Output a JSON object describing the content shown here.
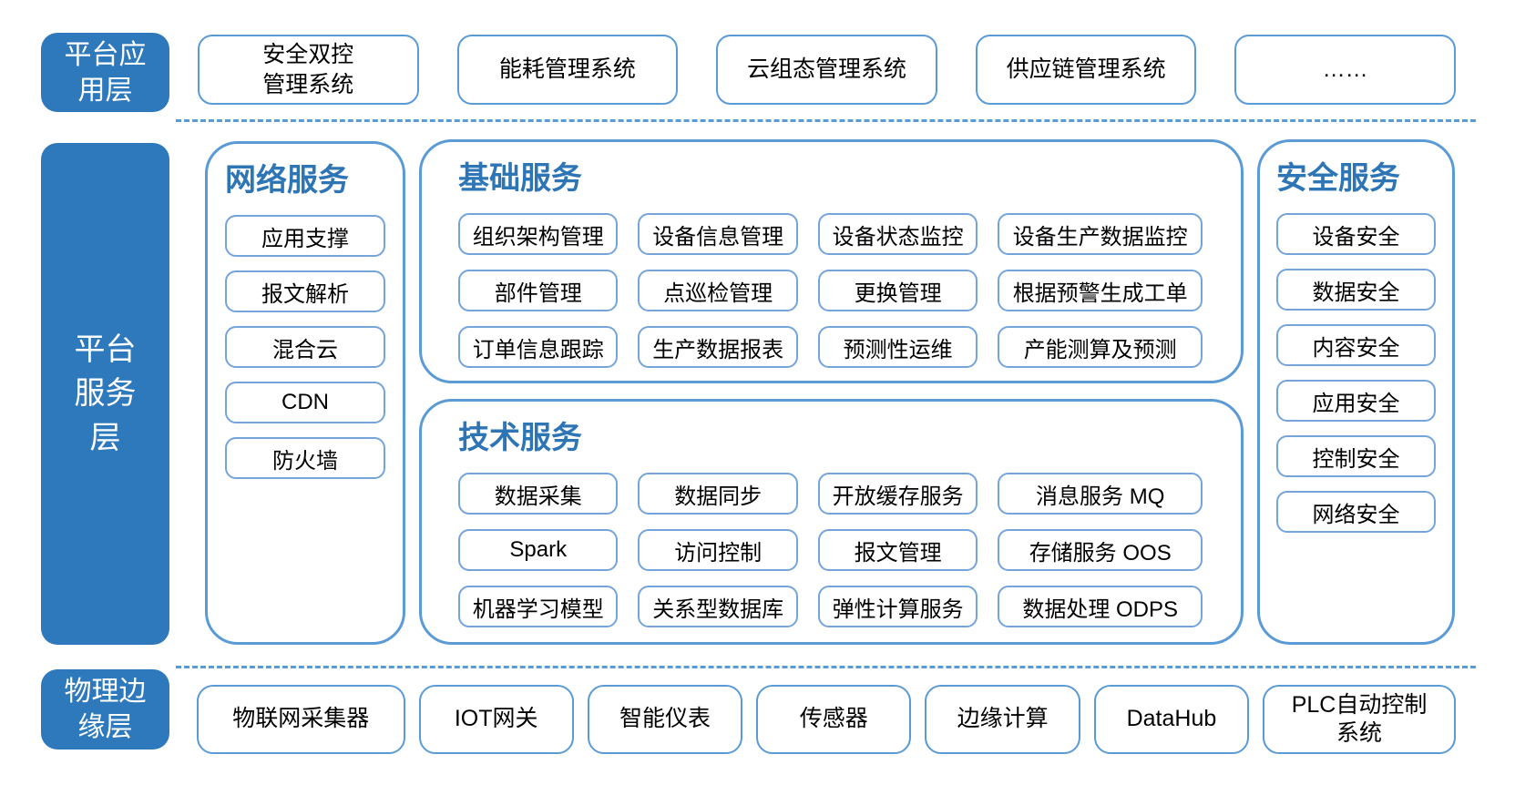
{
  "colors": {
    "layer_label_fill": "#2E78BC",
    "group_border": "#5B9BD5",
    "item_border": "#74A4DA",
    "title_text": "#2E75B6",
    "divider": "#5B9BD5",
    "item_text": "#000000",
    "label_text": "#ffffff"
  },
  "app_layer": {
    "label": "平台应用层",
    "items": [
      "安全双控管理系统",
      "能耗管理系统",
      "云组态管理系统",
      "供应链管理系统",
      "……"
    ]
  },
  "service_layer": {
    "label": "平台服务层",
    "network": {
      "title": "网络服务",
      "items": [
        "应用支撑",
        "报文解析",
        "混合云",
        "CDN",
        "防火墙"
      ]
    },
    "basic": {
      "title": "基础服务",
      "items": [
        "组织架构管理",
        "设备信息管理",
        "设备状态监控",
        "设备生产数据监控",
        "部件管理",
        "点巡检管理",
        "更换管理",
        "根据预警生成工单",
        "订单信息跟踪",
        "生产数据报表",
        "预测性运维",
        "产能测算及预测"
      ]
    },
    "tech": {
      "title": "技术服务",
      "items": [
        "数据采集",
        "数据同步",
        "开放缓存服务",
        "消息服务 MQ",
        "Spark",
        "访问控制",
        "报文管理",
        "存储服务 OOS",
        "机器学习模型",
        "关系型数据库",
        "弹性计算服务",
        "数据处理 ODPS"
      ]
    },
    "security": {
      "title": "安全服务",
      "items": [
        "设备安全",
        "数据安全",
        "内容安全",
        "应用安全",
        "控制安全",
        "网络安全"
      ]
    }
  },
  "edge_layer": {
    "label": "物理边缘层",
    "items": [
      "物联网采集器",
      "IOT网关",
      "智能仪表",
      "传感器",
      "边缘计算",
      "DataHub",
      "PLC自动控制系统"
    ]
  }
}
